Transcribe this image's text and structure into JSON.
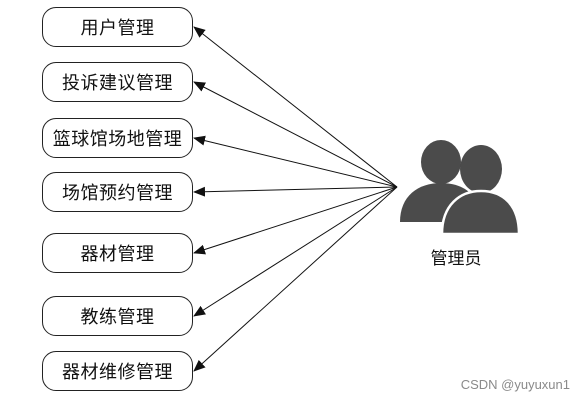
{
  "modules": [
    "用户管理",
    "投诉建议管理",
    "篮球馆场地管理",
    "场馆预约管理",
    "器材管理",
    "教练管理",
    "器材维修管理"
  ],
  "actor": {
    "label": "管理员",
    "icon": "users-icon",
    "color": "#4b4b4b"
  },
  "watermark": "CSDN @yuyuxun1"
}
